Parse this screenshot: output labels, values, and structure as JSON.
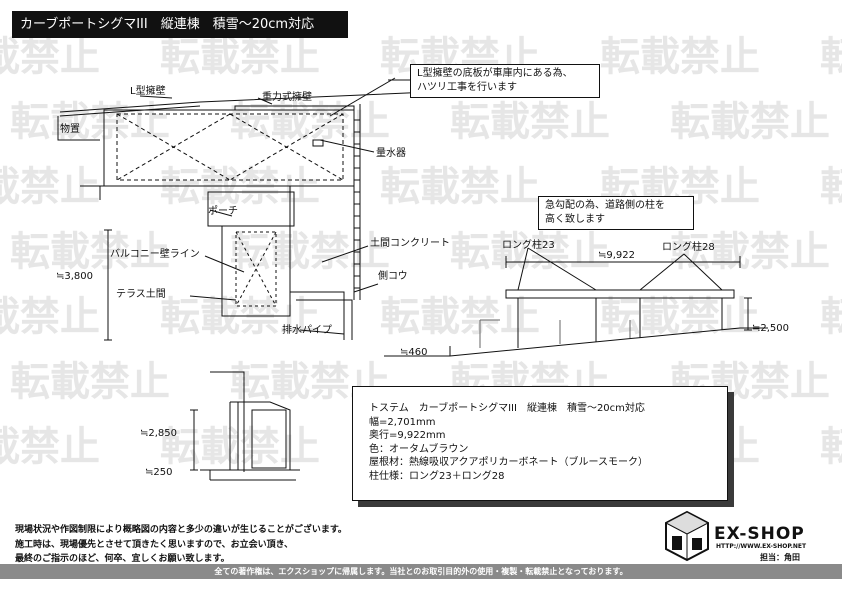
{
  "title": "カーブポートシグマIII　縦連棟　積雪～20cm対応",
  "watermark": "転載禁止",
  "plan_labels": {
    "l_wall": "L型擁壁",
    "gravity_wall": "重力式擁壁",
    "storage": "物置",
    "water_meter": "量水器",
    "porch": "ポーチ",
    "balcony_wall": "バルコニー壁ライン",
    "terrace": "テラス土間",
    "concrete": "土間コンクリート",
    "gutter": "側コウ",
    "drain_pipe": "排水パイプ",
    "dim_depth": "≒3,800"
  },
  "callout_l_wall": [
    "L型擁壁の底板が車庫内にある為、",
    "ハツリ工事を行います"
  ],
  "callout_pillar": [
    "急勾配の為、道路側の柱を",
    "高く致します"
  ],
  "elevation_labels": {
    "long23": "ロング柱23",
    "long28": "ロング柱28",
    "width": "≒9,922",
    "height": "≒2,500",
    "slope": "≒460"
  },
  "side_labels": {
    "height": "≒2,850",
    "base": "≒250"
  },
  "spec": [
    "トステム　カーブポートシグマIII　縦連棟　積雪～20cm対応",
    "幅=2,701mm",
    "奥行=9,922mm",
    "色：オータムブラウン",
    "屋根材：熱線吸収アクアポリカーボネート（ブルースモーク）",
    "柱仕様：ロング23＋ロング28"
  ],
  "notes": [
    "現場状況や作図制限により概略図の内容と多少の違いが生じることがございます。",
    "施工時は、現場優先とさせて頂きたく思いますので、お立会い頂き、",
    "最終のご指示のほど、何卒、宜しくお願い致します。"
  ],
  "logo": {
    "name": "EX-SHOP",
    "url": "HTTP://WWW.EX-SHOP.NET",
    "staff": "担当：角田"
  },
  "footer": "全ての著作権は、エクスショップに帰属します。当社とのお取引目的外の使用・複製・転載禁止となっております。"
}
